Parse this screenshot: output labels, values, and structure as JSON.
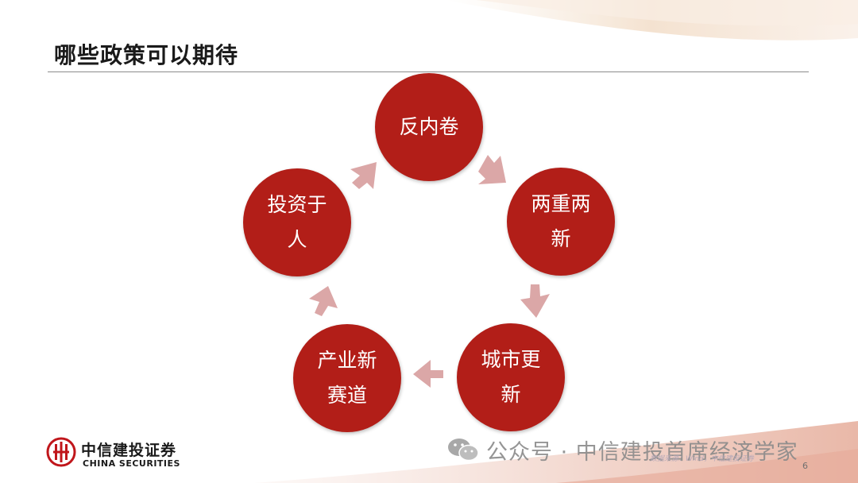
{
  "slide": {
    "title": "哪些政策可以期待",
    "page_number": "6"
  },
  "diagram": {
    "type": "cycle",
    "node_color": "#b21e18",
    "arrow_color": "#dba7a7",
    "nodes": [
      {
        "label": "反内卷"
      },
      {
        "label": "两重两新"
      },
      {
        "label": "城市更新"
      },
      {
        "label": "产业新赛道"
      },
      {
        "label": "投资于人"
      }
    ]
  },
  "footer": {
    "logo_cn": "中信建投证券",
    "logo_en": "CHINA SECURITIES",
    "watermark": "公众号 · 中信建投首席经济学家",
    "source_note": "数据来源：Wind，中信建投证券"
  }
}
